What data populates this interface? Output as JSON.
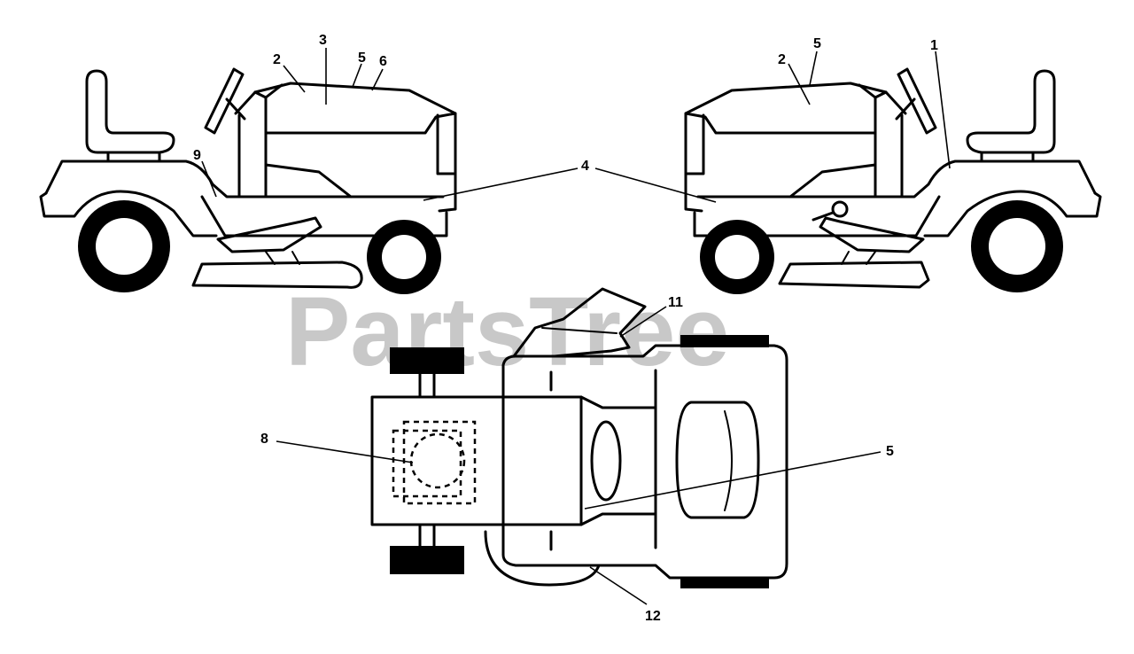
{
  "watermark": "PartsTree",
  "callouts": [
    {
      "id": "c1",
      "text": "1"
    },
    {
      "id": "c2a",
      "text": "2"
    },
    {
      "id": "c2b",
      "text": "2"
    },
    {
      "id": "c3",
      "text": "3"
    },
    {
      "id": "c4",
      "text": "4"
    },
    {
      "id": "c5a",
      "text": "5"
    },
    {
      "id": "c5b",
      "text": "5"
    },
    {
      "id": "c5c",
      "text": "5"
    },
    {
      "id": "c6",
      "text": "6"
    },
    {
      "id": "c8",
      "text": "8"
    },
    {
      "id": "c9",
      "text": "9"
    },
    {
      "id": "c11",
      "text": "11"
    },
    {
      "id": "c12",
      "text": "12"
    }
  ]
}
